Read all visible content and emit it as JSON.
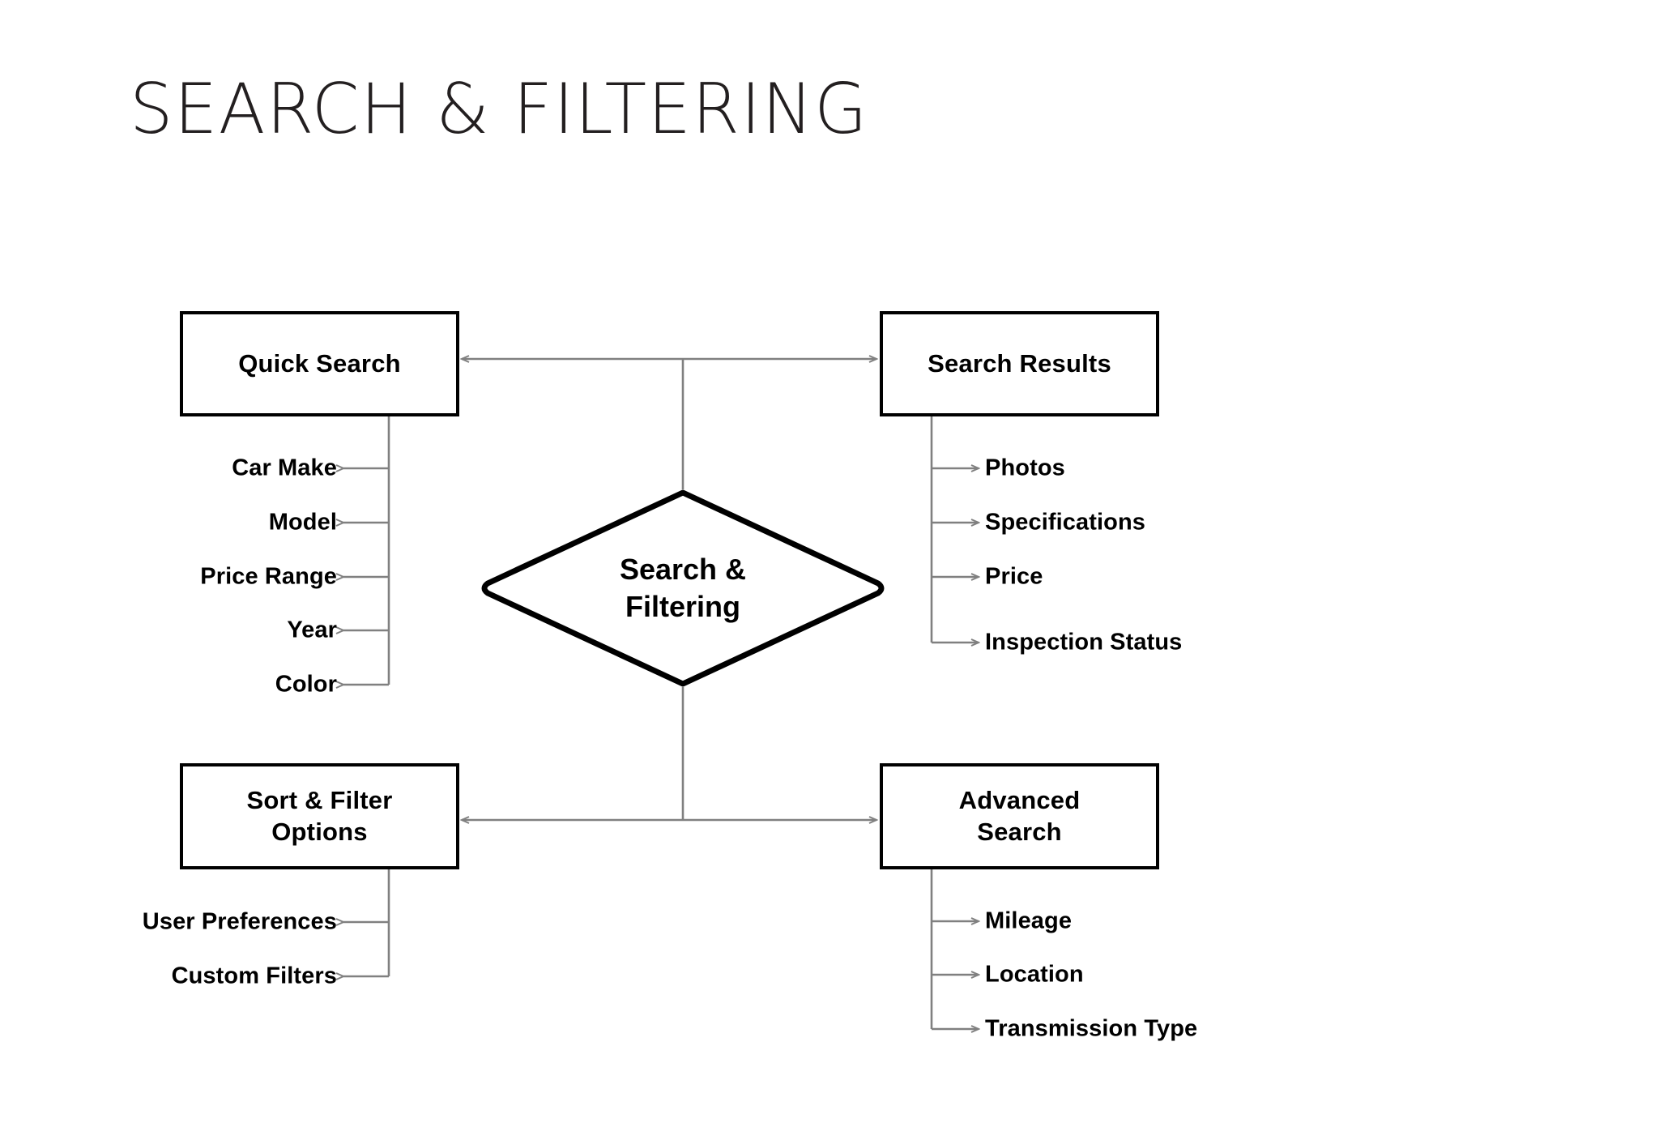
{
  "page": {
    "title": "SEARCH & FILTERING",
    "background_color": "#ffffff",
    "text_color": "#000000",
    "connector_color": "#808080",
    "node_border_color": "#000000"
  },
  "diagram": {
    "center_node": {
      "label": "Search &\nFiltering",
      "shape": "diamond"
    },
    "nodes": [
      {
        "id": "quick-search",
        "label": "Quick Search",
        "leaves": [
          "Car Make",
          "Model",
          "Price Range",
          "Year",
          "Color"
        ]
      },
      {
        "id": "search-results",
        "label": "Search Results",
        "leaves": [
          "Photos",
          "Specifications",
          "Price",
          "Inspection Status"
        ]
      },
      {
        "id": "sort-filter-options",
        "label": "Sort & Filter\nOptions",
        "leaves": [
          "User Preferences",
          "Custom Filters"
        ]
      },
      {
        "id": "advanced-search",
        "label": "Advanced\nSearch",
        "leaves": [
          "Mileage",
          "Location",
          "Transmission Type"
        ]
      }
    ]
  }
}
